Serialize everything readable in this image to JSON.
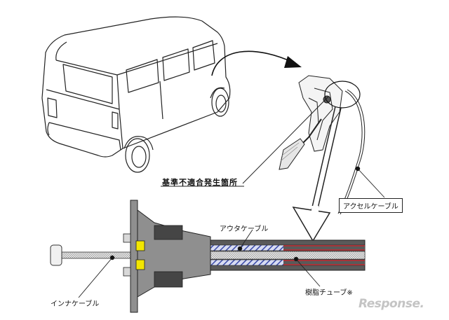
{
  "labels": {
    "defect_location": "基準不適合発生箇所",
    "accelerator_cable": "アクセルケーブル",
    "outer_cable": "アウタケーブル",
    "inner_cable": "インナケーブル",
    "resin_tube": "樹脂チューブ※"
  },
  "watermark": "Response.",
  "colors": {
    "outer_cable_fill": "#5a5a5a",
    "inner_liner_stripes": "#3a4aa8",
    "resin_tube_red": "#c0282e",
    "washer_yellow": "#f2e600",
    "grommet_gray": "#8f8f8f",
    "logo_gray": "#c4c4c4"
  }
}
